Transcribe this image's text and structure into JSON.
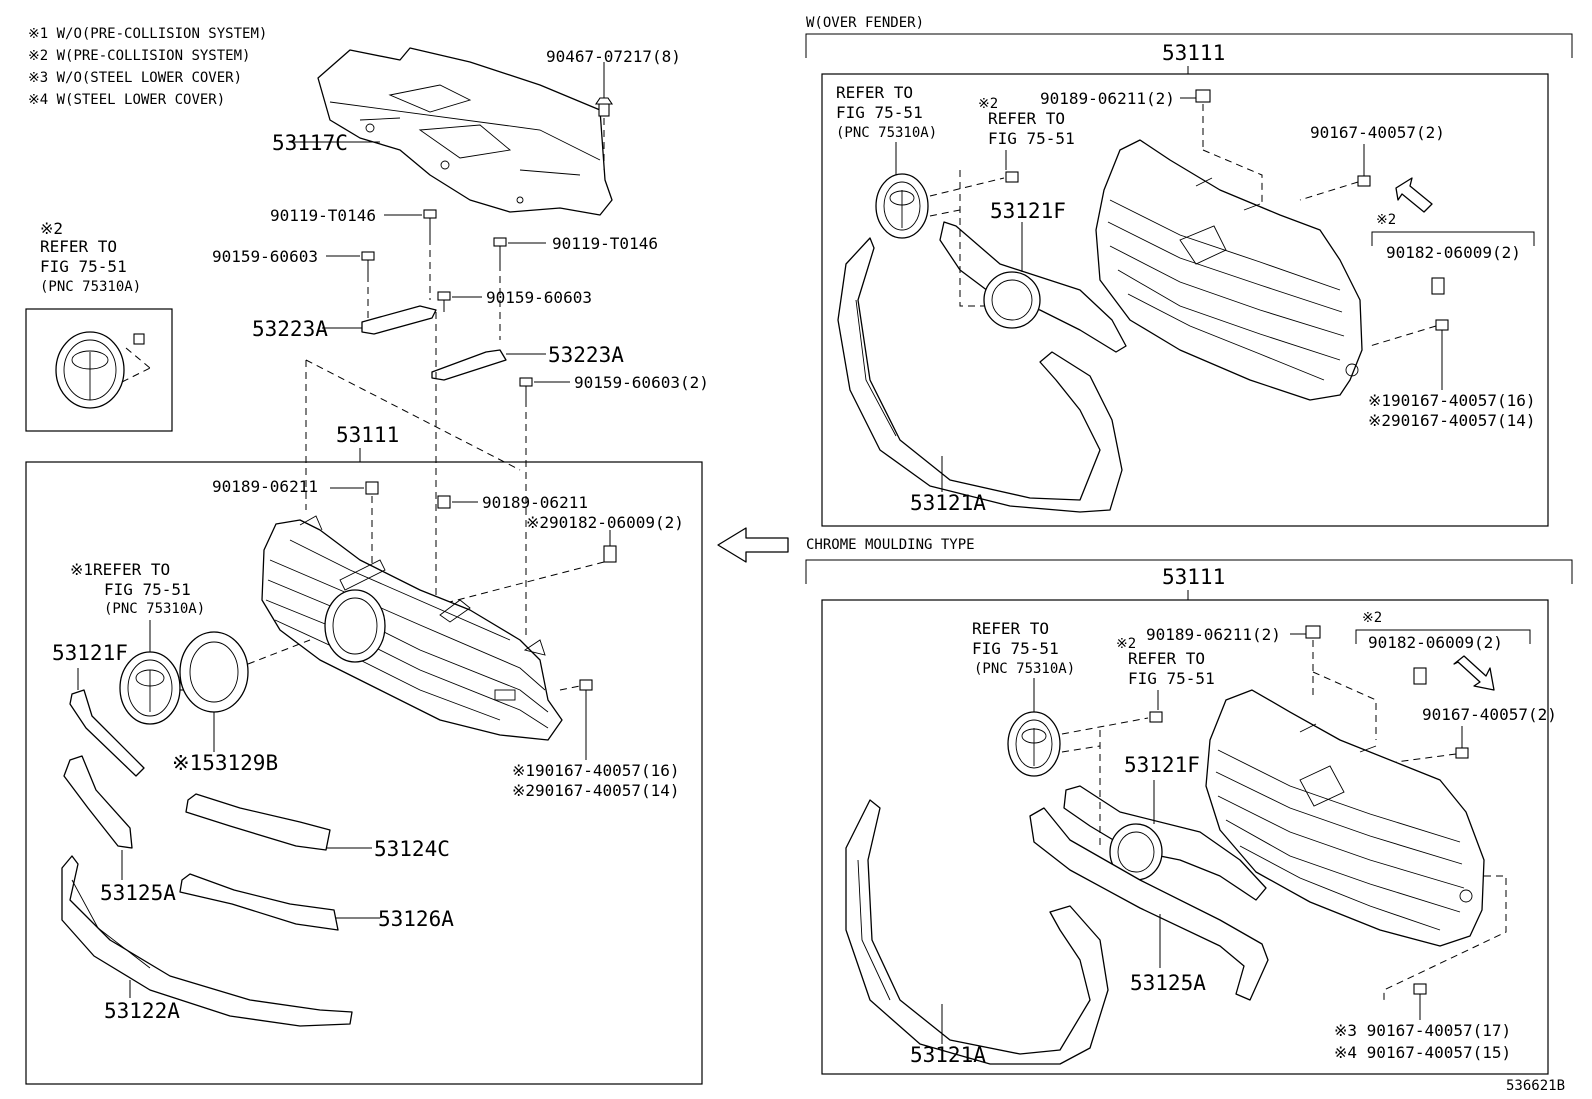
{
  "notes": [
    "※1 W/O(PRE-COLLISION SYSTEM)",
    "※2 W(PRE-COLLISION SYSTEM)",
    "※3 W/O(STEEL LOWER COVER)",
    "※4 W(STEEL LOWER COVER)"
  ],
  "left_panel": {
    "top_parts": {
      "cover": "53117C",
      "cover_clip": "90467-07217(8)",
      "bolt_t0146_a": "90119-T0146",
      "bolt_t0146_b": "90119-T0146",
      "bolt_60603_a": "90159-60603",
      "bolt_60603_b": "90159-60603",
      "bolt_60603_c": "90159-60603(2)",
      "bracket_a": "53223A",
      "bracket_b": "53223A"
    },
    "emblem_ref": {
      "mark": "※2",
      "refer": "REFER TO",
      "fig": "FIG 75-51",
      "pnc": "(PNC 75310A)"
    },
    "assembly": "53111",
    "parts": {
      "clip_a": "90189-06211",
      "clip_b": "90189-06211",
      "nut": "※290182-06009(2)",
      "ref_mark_refer": "※1REFER TO",
      "ref_fig": "FIG 75-51",
      "ref_pnc": "(PNC 75310A)",
      "moulding_f": "53121F",
      "ring": "※153129B",
      "screw_16": "※190167-40057(16)",
      "screw_14": "※290167-40057(14)",
      "trim_c": "53124C",
      "trim_125": "53125A",
      "trim_126": "53126A",
      "lower": "53122A"
    }
  },
  "right_top": {
    "title": "W(OVER FENDER)",
    "assembly": "53111",
    "refer": "REFER TO",
    "fig": "FIG 75-51",
    "pnc": "(PNC 75310A)",
    "mark2": "※2",
    "refer2": "REFER TO",
    "fig2": "FIG 75-51",
    "clip": "90189-06211(2)",
    "screw2": "90167-40057(2)",
    "nut_mark": "※2",
    "nut": "90182-06009(2)",
    "moulding_f": "53121F",
    "screw_16": "※190167-40057(16)",
    "screw_14": "※290167-40057(14)",
    "surround": "53121A"
  },
  "right_bottom": {
    "title": "CHROME MOULDING TYPE",
    "assembly": "53111",
    "refer": "REFER TO",
    "fig": "FIG 75-51",
    "pnc": "(PNC 75310A)",
    "mark2": "※2",
    "refer2": "REFER TO",
    "fig2": "FIG 75-51",
    "clip": "90189-06211(2)",
    "nut_mark": "※2",
    "nut": "90182-06009(2)",
    "screw2": "90167-40057(2)",
    "moulding_f": "53121F",
    "trim_125": "53125A",
    "surround": "53121A",
    "screw_17": "※3 90167-40057(17)",
    "screw_15": "※4 90167-40057(15)"
  },
  "figure_id": "536621B"
}
